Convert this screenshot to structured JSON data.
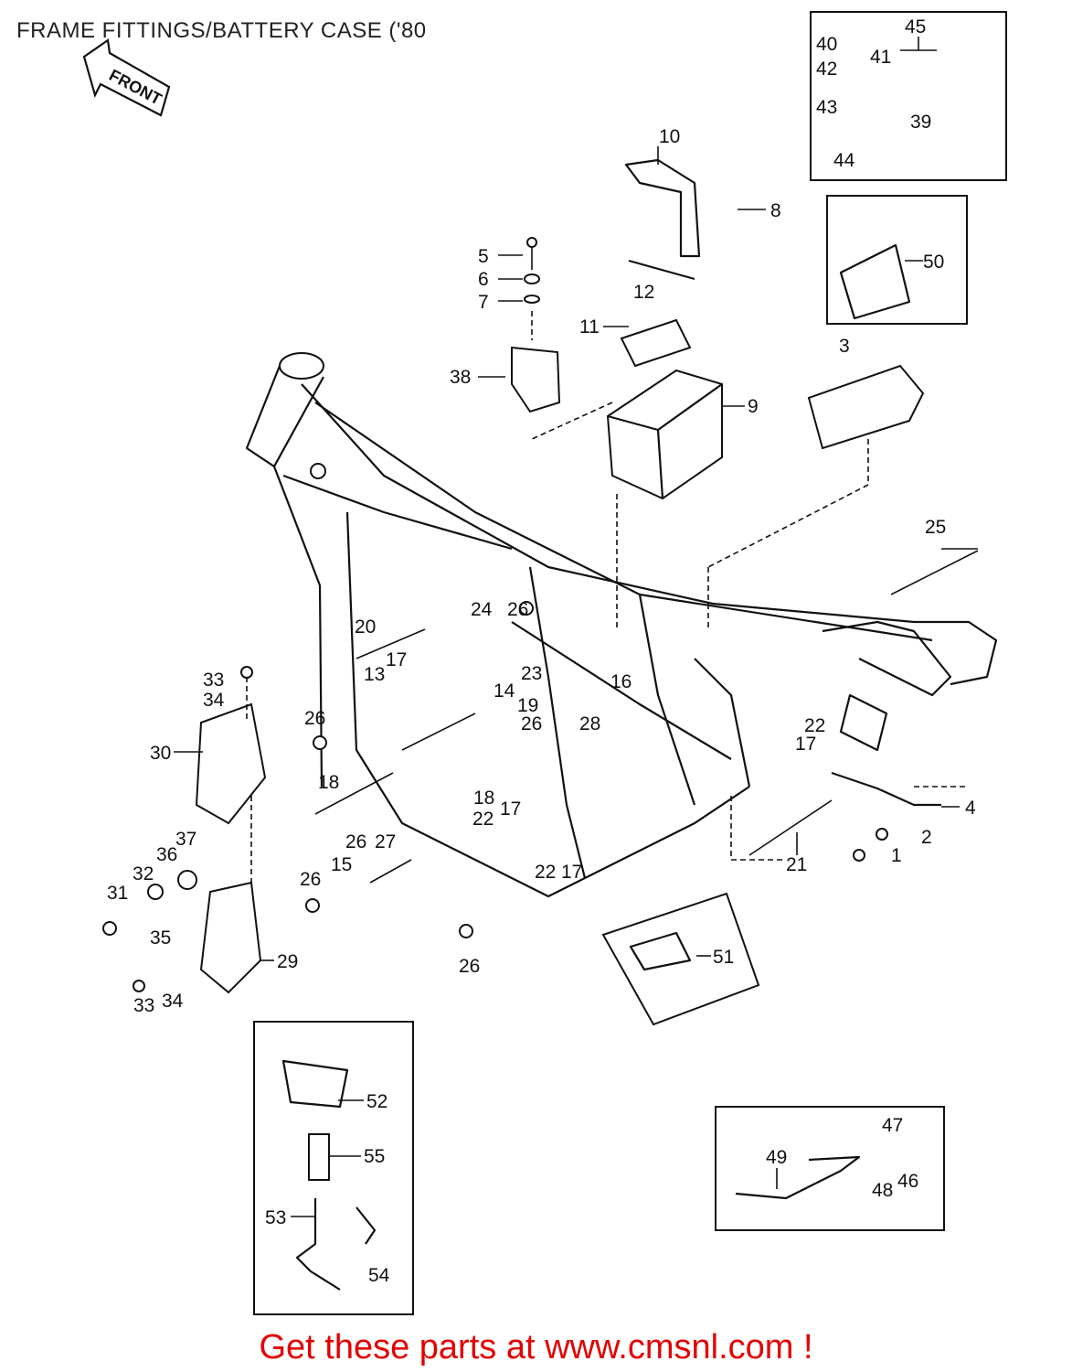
{
  "title": "FRAME FITTINGS/BATTERY CASE ('80",
  "front_arrow_label": "FRONT",
  "footer": "Get these parts at www.cmsnl.com !",
  "callouts": [
    "1",
    "2",
    "3",
    "4",
    "5",
    "6",
    "7",
    "8",
    "9",
    "10",
    "11",
    "12",
    "13",
    "14",
    "15",
    "16",
    "17",
    "18",
    "19",
    "20",
    "21",
    "22",
    "23",
    "24",
    "25",
    "26",
    "27",
    "28",
    "29",
    "30",
    "31",
    "32",
    "33",
    "34",
    "35",
    "36",
    "37",
    "38",
    "39",
    "40",
    "41",
    "42",
    "43",
    "44",
    "45",
    "46",
    "47",
    "48",
    "49",
    "50",
    "51",
    "52",
    "53",
    "54",
    "55"
  ]
}
